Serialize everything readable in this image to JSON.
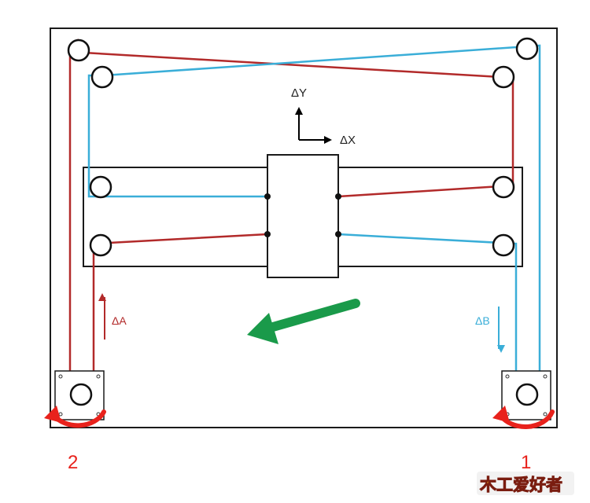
{
  "diagram": {
    "axes": {
      "y_label": "ΔY",
      "x_label": "ΔX"
    },
    "motor_left": {
      "number": "2",
      "delta_label": "ΔA"
    },
    "motor_right": {
      "number": "1",
      "delta_label": "ΔB"
    },
    "belt_colors": {
      "red_belt": "#b22a2a",
      "blue_belt": "#3aaed8"
    },
    "accent_colors": {
      "rotation_arrow": "#e8221c",
      "motion_arrow": "#1a9a4a"
    },
    "watermark": "木工爱好者"
  }
}
